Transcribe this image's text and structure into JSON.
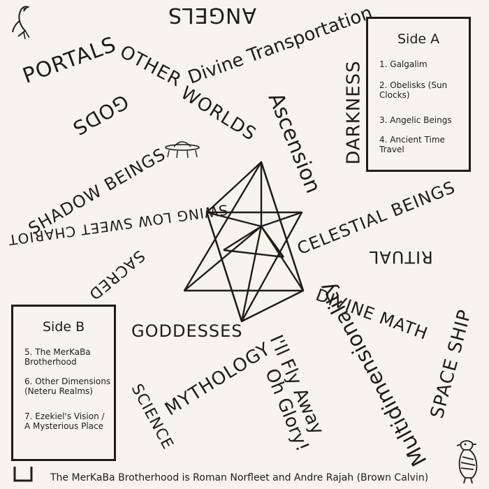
{
  "words": {
    "angels": "ANGELS",
    "portals": "PORTALS",
    "other_worlds_1": "OTHER",
    "other_worlds_2": "WORLDS",
    "divine_transportation": "Divine Transportation",
    "darkness": "DARKNESS",
    "gods": "GODS",
    "ascension": "Ascension",
    "shadow_beings": "SHADOW BEINGS",
    "swing_low": "SWING LOW SWEET CHARIOT",
    "celestial_beings": "CELESTIAL BEINGS",
    "ritual": "RITUAL",
    "sacred": "SACRED",
    "divine_math": "DIVINE MATH",
    "multidimensionality": "Multidimensionality",
    "goddesses": "GODDESSES",
    "mythology": "MYTHOLOGY",
    "ill_fly_away": "I'll Fly Away",
    "oh_glory": "Oh Glory!",
    "space_ship": "SPACE SHIP",
    "science": "SCIENCE"
  },
  "side_a": {
    "title": "Side A",
    "tracks": [
      "1. Galgalim",
      "2. Obelisks (Sun Clocks)",
      "3. Angelic Beings",
      "4. Ancient Time Travel"
    ]
  },
  "side_b": {
    "title": "Side B",
    "tracks": [
      "5. The MerKaBa Brotherhood",
      "6. Other Dimensions (Neteru Realms)",
      "7. Ezekiel's Vision / A Mysterious Place"
    ]
  },
  "credit": "The MerKaBa Brotherhood is Roman Norfleet and Andre Rajah (Brown Calvin)",
  "icons": {
    "bird": "bird-drawing-icon",
    "ufo": "ufo-icon",
    "star": "merkaba-star-drawing",
    "falcon": "horus-figure-icon",
    "bracket": "bracket-mark-icon"
  }
}
